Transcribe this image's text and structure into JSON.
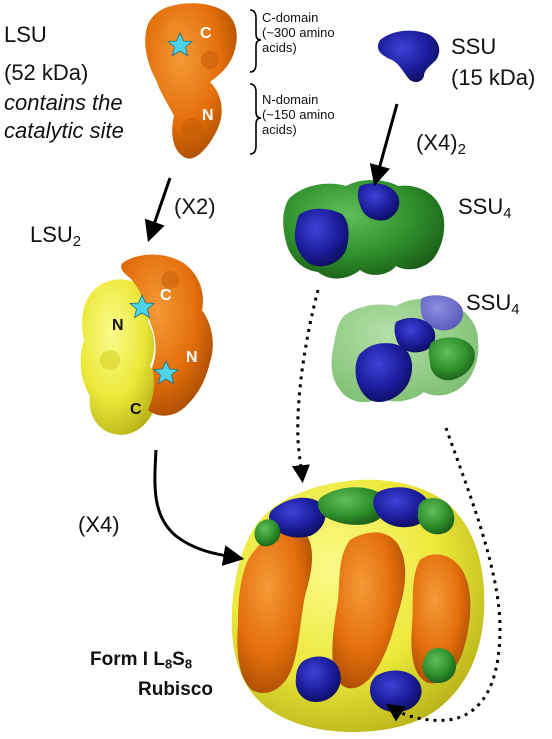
{
  "lsu": {
    "name": "LSU",
    "mass": "(52 kDa)",
    "note_line1": "contains the",
    "note_line2": "catalytic site",
    "domain_c_label": "C",
    "domain_n_label": "N"
  },
  "domains": {
    "c_domain_line1": "C-domain",
    "c_domain_line2": "(~300 amino",
    "c_domain_line3": "acids)",
    "n_domain_line1": "N-domain",
    "n_domain_line2": "(~150 amino",
    "n_domain_line3": "acids)"
  },
  "ssu": {
    "name": "SSU",
    "mass": "(15 kDa)"
  },
  "steps": {
    "x2": "(X2)",
    "x4_squared_base": "(X4)",
    "x4_squared_sub": "2",
    "x4": "(X4)"
  },
  "lsu2": {
    "base": "LSU",
    "sub": "2",
    "c1": "C",
    "n1": "N",
    "n2": "N",
    "c2": "C"
  },
  "ssu4_top": {
    "base": "SSU",
    "sub": "4"
  },
  "ssu4_bottom": {
    "base": "SSU",
    "sub": "4"
  },
  "final": {
    "line1_pre": "Form I L",
    "line1_sub1": "8",
    "line1_mid": "S",
    "line1_sub2": "8",
    "line2": "Rubisco"
  },
  "colors": {
    "lsu_orange": "#e36f0b",
    "lsu_yellow": "#f1ee3c",
    "ssu_blue": "#1b1d9b",
    "ssu_green": "#2f8f2b",
    "active_site_star": "#4fd3e8"
  }
}
